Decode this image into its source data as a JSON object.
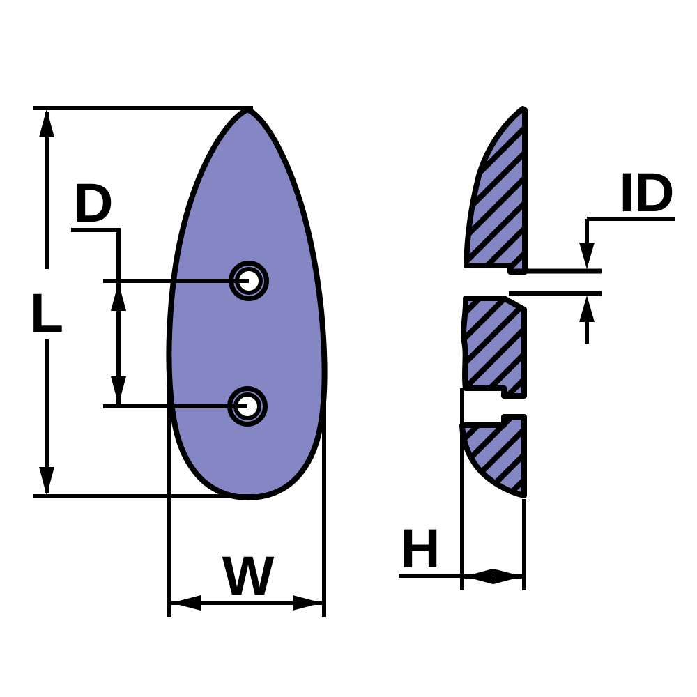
{
  "figure": {
    "type": "technical-drawing",
    "subject": "teardrop-shaped anode: front view with two mounting holes and hatched side cross-section view",
    "labels": {
      "length": "L",
      "hole_distance": "D",
      "width": "W",
      "height": "H",
      "inner_diameter": "ID"
    },
    "colors": {
      "fill": "#8587c5",
      "outline": "#000000",
      "background": "#ffffff"
    }
  }
}
